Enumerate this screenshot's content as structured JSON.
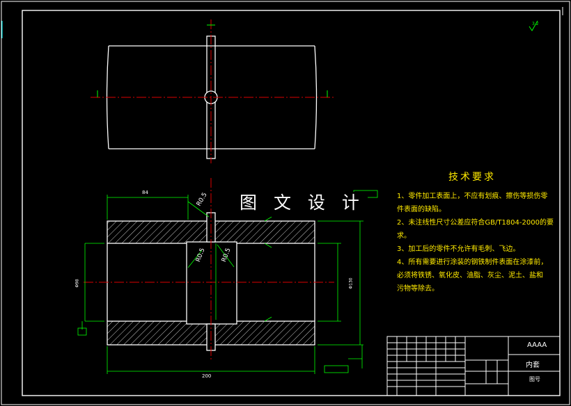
{
  "watermark": "图 文 设 计",
  "tech": {
    "title": "技术要求",
    "lines": [
      "1、零件加工表面上，不应有划痕、擦伤等损伤零",
      "件表面的缺陷。",
      "2、未注线性尺寸公差应符合GB/T1804-2000的要",
      "求。",
      "3、加工后的零件不允许有毛刺、飞边。",
      "4、所有需要进行涂装的钢铁制件表面在涂漆前，",
      "必须将铁锈、氧化皮、油脂、灰尘、泥土、盐和",
      "污物等除去。"
    ]
  },
  "title_block": {
    "project": "AAAA",
    "part_name": "内套",
    "drawing_no": "图号"
  },
  "dims": {
    "top_width": "84",
    "r1": "R0.5",
    "r2": "R0.5",
    "r3": "R0.5",
    "bottom_length": "200",
    "dia_outer": "Φ130",
    "dia_inner": "Φ98"
  },
  "roughness": "3.2"
}
